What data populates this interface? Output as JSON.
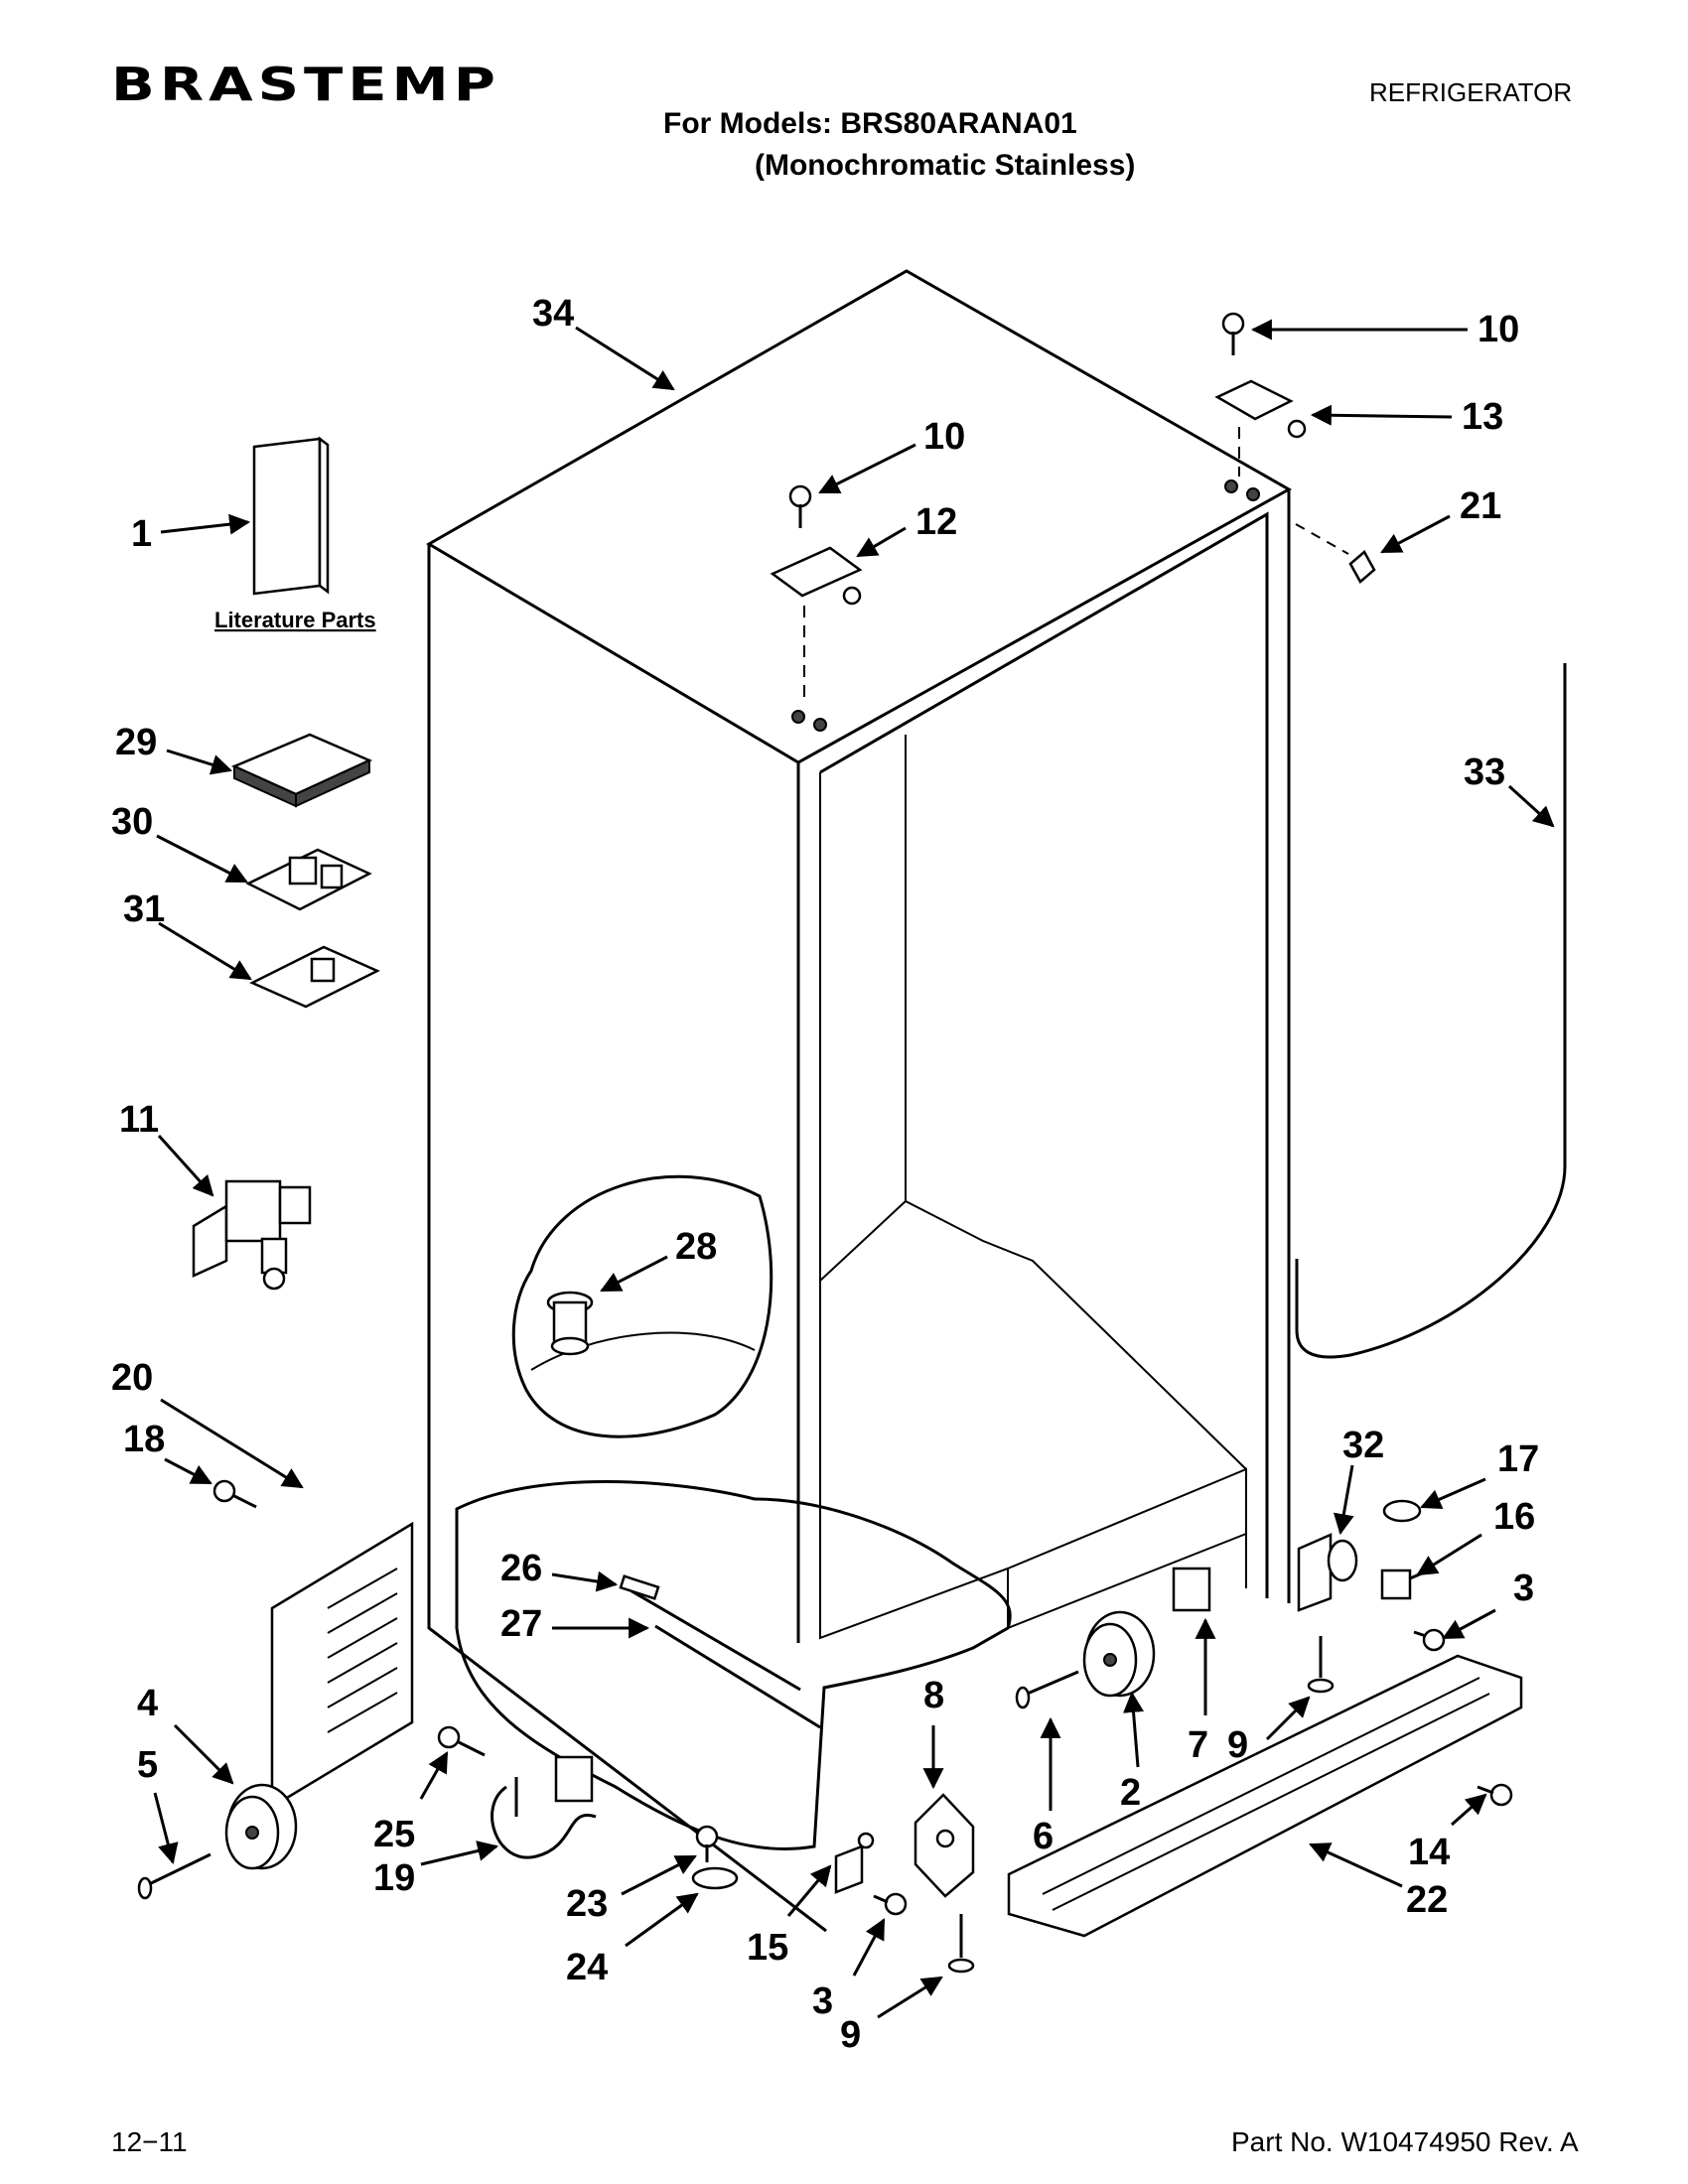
{
  "header": {
    "brand": "BRASTEMP",
    "doc_type": "REFRIGERATOR",
    "models_line": "For Models: BRS80ARANA01",
    "finish_line": "(Monochromatic Stainless)"
  },
  "diagram": {
    "literature_caption": "Literature Parts",
    "callouts": {
      "c34": "34",
      "c10a": "10",
      "c10b": "10",
      "c13": "13",
      "c12": "12",
      "c21": "21",
      "c1": "1",
      "c29": "29",
      "c30": "30",
      "c31": "31",
      "c33": "33",
      "c11": "11",
      "c28": "28",
      "c20": "20",
      "c18": "18",
      "c32": "32",
      "c17": "17",
      "c16": "16",
      "c3a": "3",
      "c26": "26",
      "c27": "27",
      "c8": "8",
      "c4": "4",
      "c5": "5",
      "c25": "25",
      "c19": "19",
      "c23": "23",
      "c24": "24",
      "c15": "15",
      "c3b": "3",
      "c9a": "9",
      "c9b": "9",
      "c6": "6",
      "c2": "2",
      "c7": "7",
      "c14": "14",
      "c22": "22"
    }
  },
  "footer": {
    "date": "12−11",
    "part_no": "Part No. W10474950 Rev. A"
  }
}
